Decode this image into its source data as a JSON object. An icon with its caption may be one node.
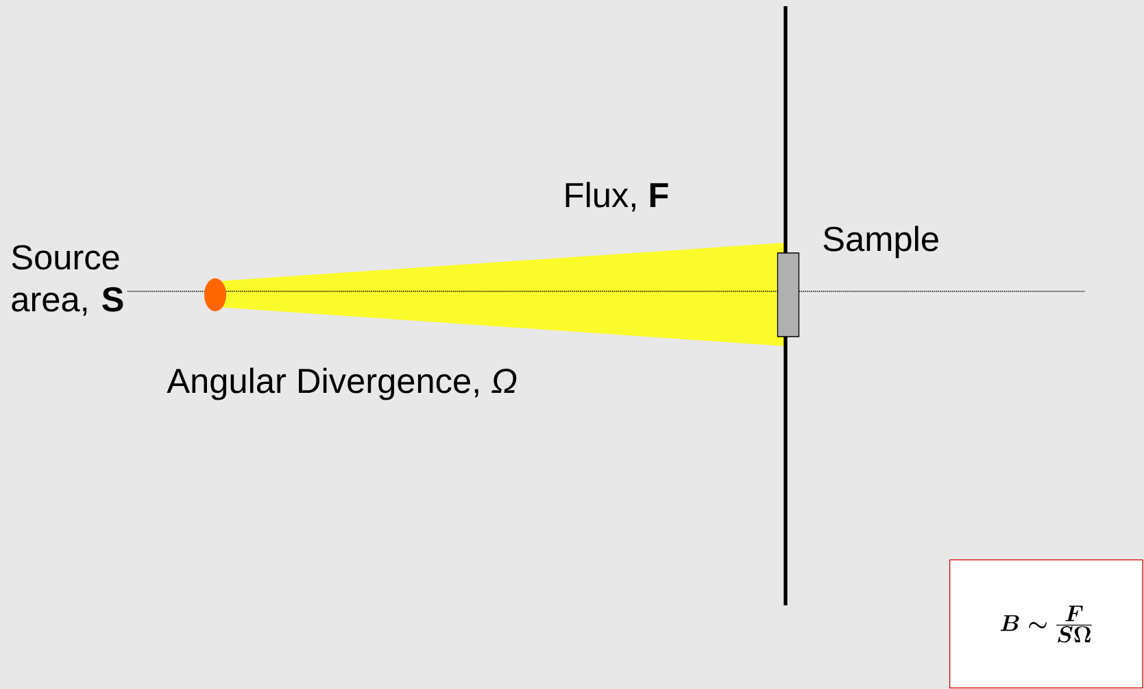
{
  "diagram": {
    "nodes": [
      {
        "text": [],
        "shape": "circle",
        "beside": [
          "Source area, **S**"
        ]
      },
      {
        "text": [],
        "shape": "box",
        "beside": [
          "Sample"
        ]
      }
    ],
    "labels": [
      "Flux, **F**",
      "Angular Divergence, *Ω*",
      "\\boldsymbol{B \\sim \\frac{F}{S\\Omega}}"
    ]
  }
}
